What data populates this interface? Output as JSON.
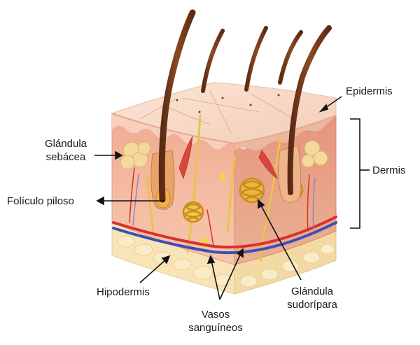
{
  "labels": {
    "epidermis": "Epidermis",
    "dermis": "Dermis",
    "sebaceous_gland": [
      "Glándula",
      "sebácea"
    ],
    "hair_follicle": "Folículo piloso",
    "hypodermis": "Hipodermis",
    "blood_vessels": [
      "Vasos",
      "sanguíneos"
    ],
    "sweat_gland": [
      "Glándula",
      "sudorípara"
    ]
  },
  "colors": {
    "epidermis_top": "#f7d9c4",
    "dermis": "#f2b39b",
    "dermis_dark": "#e38d77",
    "hypodermis": "#f8e4b6",
    "hair": "#7a3e1e",
    "artery": "#d9302e",
    "vein": "#3b4fb8",
    "gland": "#e3b84a"
  }
}
